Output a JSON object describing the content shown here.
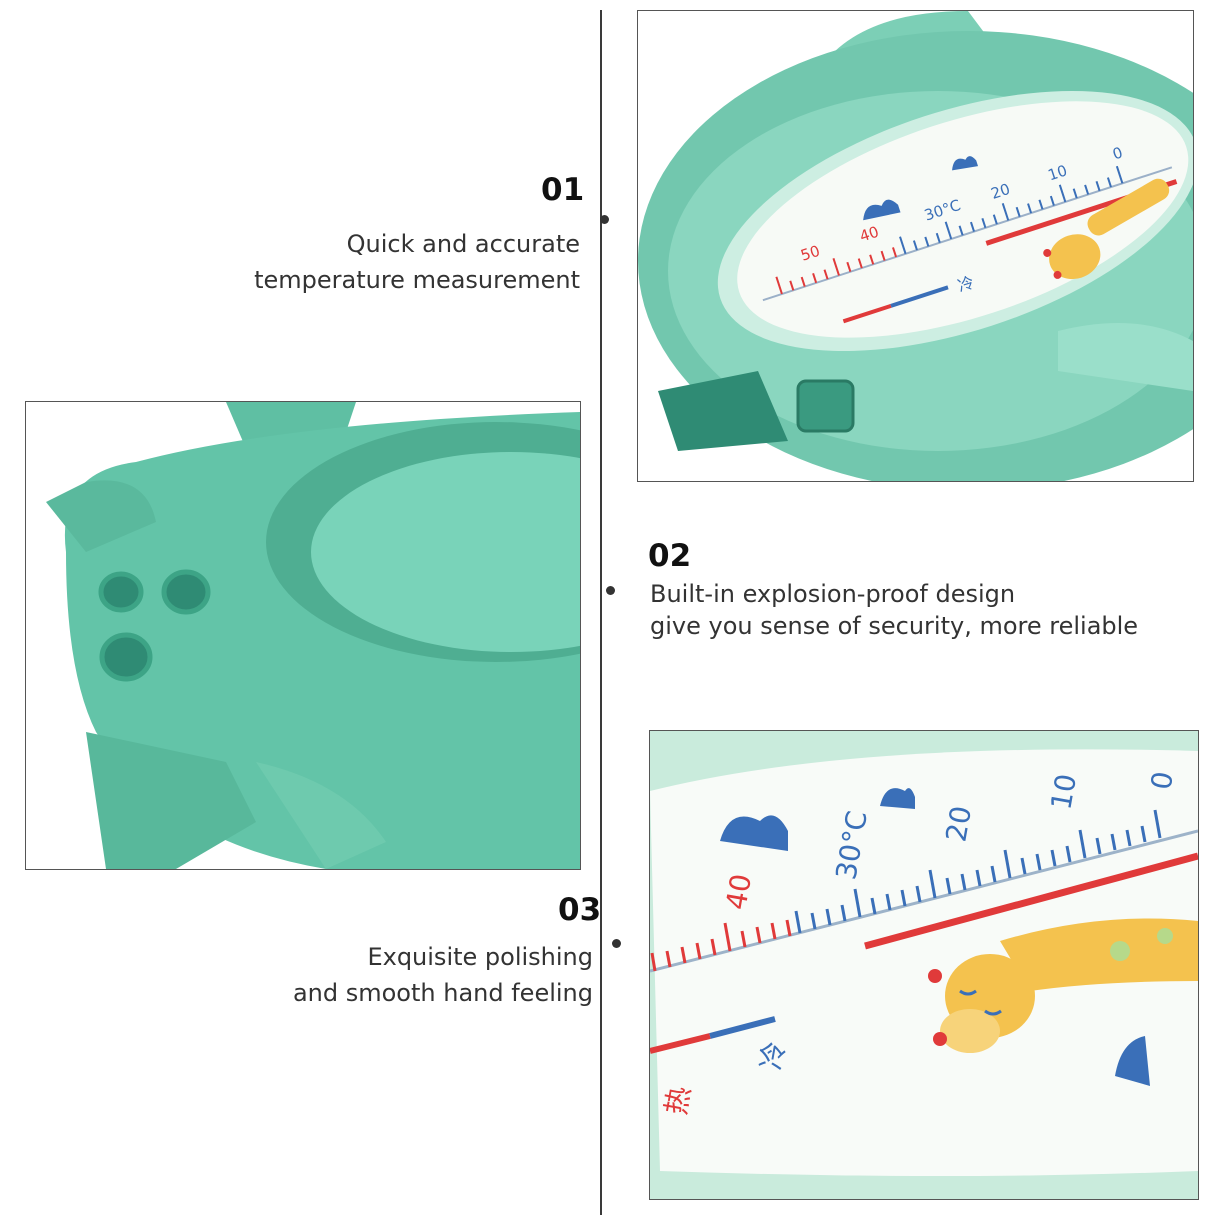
{
  "features": [
    {
      "number": "01",
      "lines": [
        "Quick and accurate",
        "temperature measurement"
      ]
    },
    {
      "number": "02",
      "lines": [
        "Built-in explosion-proof design",
        "give you sense of security, more reliable"
      ]
    },
    {
      "number": "03",
      "lines": [
        "Exquisite polishing",
        "and smooth hand feeling"
      ]
    }
  ],
  "thermometer": {
    "scale_labels": [
      "0",
      "10",
      "20",
      "30°C",
      "40",
      "50"
    ],
    "cold_label": "冷",
    "hot_label": "热"
  },
  "colors": {
    "body_green": "#6fc6ad",
    "dark_green": "#2f8b74",
    "scale_blue": "#3a6fb8",
    "scale_red": "#e03a3a",
    "giraffe_yellow": "#f4c24e"
  }
}
